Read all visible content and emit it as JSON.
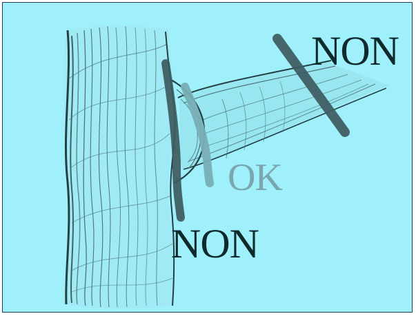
{
  "diagram": {
    "labels": {
      "top_right": "NON",
      "middle": "OK",
      "bottom": "NON"
    }
  },
  "colors": {
    "background": "#9ff0fb",
    "frame_border": "#1f3a56",
    "sketch_dark": "#243f44",
    "sketch_mid": "#4f7478",
    "sketch_light": "#7fb7bd",
    "cut_wrong": "#3d5b60",
    "cut_correct": "#79aeb6",
    "label_wrong": "#0f2a2d",
    "label_correct": "#7aa7ae"
  }
}
